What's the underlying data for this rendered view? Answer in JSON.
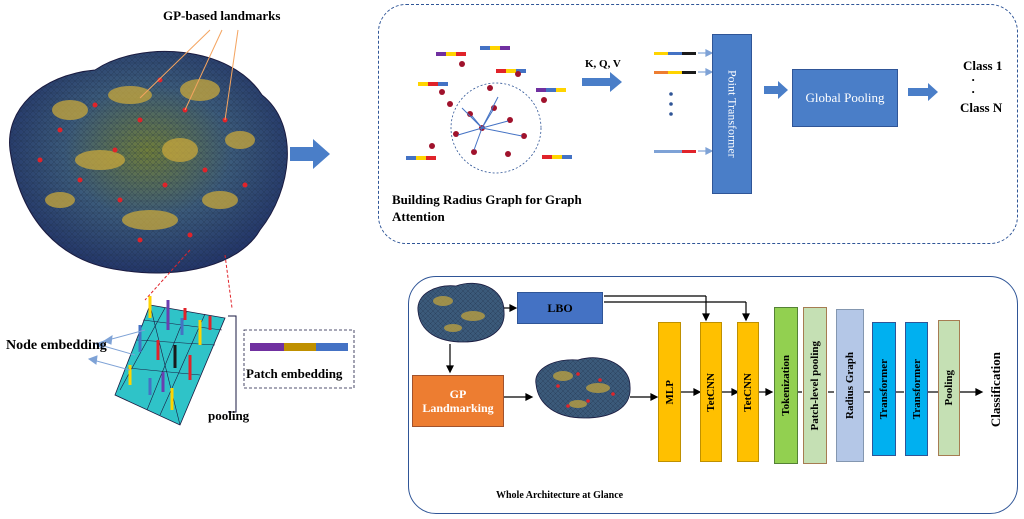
{
  "labels": {
    "gp_landmarks": "GP-based landmarks",
    "node_embedding": "Node embedding",
    "patch_embedding": "Patch embedding",
    "pooling": "pooling",
    "kqv": "K, Q, V",
    "point_transformer": "Point Transformer",
    "global_pooling": "Global Pooling",
    "class1": "Class 1",
    "classN": "Class N",
    "dots": "·",
    "radius_caption": "Building Radius Graph for Graph Attention",
    "whole_arch": "Whole Architecture at Glance"
  },
  "pipeline": {
    "lbo": "LBO",
    "gp_landmarking": "GP Landmarking",
    "mlp": "MLP",
    "tetcnn1": "TetCNN",
    "tetcnn2": "TetCNN",
    "tokenization": "Tokenization",
    "patch_pooling": "Patch-level pooling",
    "radius_graph": "Radius Graph",
    "transformer1": "Transformer",
    "transformer2": "Transformer",
    "pooling": "Pooling",
    "classification": "Classification"
  },
  "colors": {
    "blue_block": "#4472c4",
    "orange_block": "#ed7d31",
    "yellow_block": "#ffc000",
    "green_block": "#92d050",
    "light_green_block": "#c5e0b4",
    "gray_block": "#b4c7e7",
    "cyan_block": "#00b0f0",
    "panel_border": "#2f5597"
  }
}
